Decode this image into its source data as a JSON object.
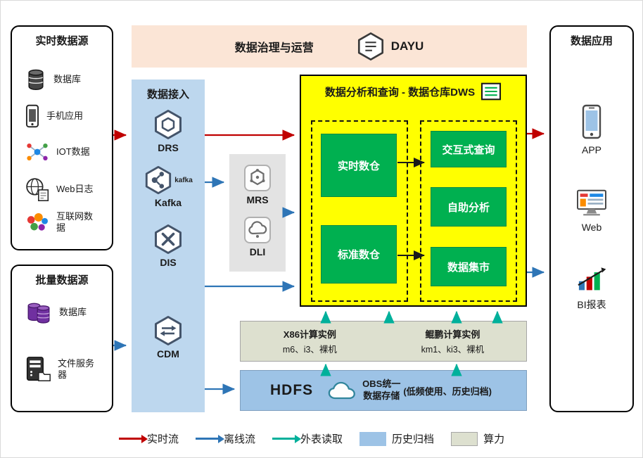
{
  "colors": {
    "realtime_flow": "#c00000",
    "offline_flow": "#2e75b6",
    "external_read": "#00b09b",
    "history_archive_fill": "#9dc3e6",
    "compute_fill": "#dde0cf",
    "dws_fill": "#ffff00",
    "warehouse_green": "#00b050",
    "ingest_fill": "#bdd7ee",
    "governance_fill": "#fbe5d6"
  },
  "governance": {
    "title": "数据治理与运营",
    "product": "DAYU"
  },
  "realtime_sources": {
    "title": "实时数据源",
    "items": [
      {
        "label": "数据库",
        "icon": "database-icon"
      },
      {
        "label": "手机应用",
        "icon": "mobile-icon"
      },
      {
        "label": "IOT数据",
        "icon": "iot-icon"
      },
      {
        "label": "Web日志",
        "icon": "web-log-icon"
      },
      {
        "label": "互联网数据",
        "icon": "internet-data-icon"
      }
    ]
  },
  "batch_sources": {
    "title": "批量数据源",
    "items": [
      {
        "label": "数据库",
        "icon": "database-cluster-icon"
      },
      {
        "label": "文件服务器",
        "icon": "file-server-icon"
      }
    ]
  },
  "ingest": {
    "title": "数据接入",
    "services": [
      {
        "label": "DRS"
      },
      {
        "label": "Kafka",
        "logo": "kafka"
      },
      {
        "label": "DIS"
      },
      {
        "label": "CDM"
      }
    ]
  },
  "middleware": {
    "services": [
      {
        "label": "MRS"
      },
      {
        "label": "DLI"
      }
    ]
  },
  "dws": {
    "title": "数据分析和查询 - 数据仓库DWS",
    "warehouses": [
      {
        "label": "实时数仓"
      },
      {
        "label": "标准数仓"
      }
    ],
    "services": [
      {
        "label": "交互式查询"
      },
      {
        "label": "自助分析"
      },
      {
        "label": "数据集市"
      }
    ]
  },
  "compute_bar": {
    "groups": [
      {
        "title": "X86计算实例",
        "detail": "m6、i3、裸机"
      },
      {
        "title": "鲲鹏计算实例",
        "detail": "km1、ki3、裸机"
      }
    ]
  },
  "storage_bar": {
    "hdfs": "HDFS",
    "obs_line1": "OBS统一",
    "obs_line2": "数据存储",
    "note": "(低频使用、历史归档)"
  },
  "apps": {
    "title": "数据应用",
    "items": [
      {
        "label": "APP"
      },
      {
        "label": "Web"
      },
      {
        "label": "BI报表"
      }
    ]
  },
  "legend": {
    "items": [
      {
        "label": "实时流"
      },
      {
        "label": "离线流"
      },
      {
        "label": "外表读取"
      },
      {
        "label": "历史归档"
      },
      {
        "label": "算力"
      }
    ]
  }
}
